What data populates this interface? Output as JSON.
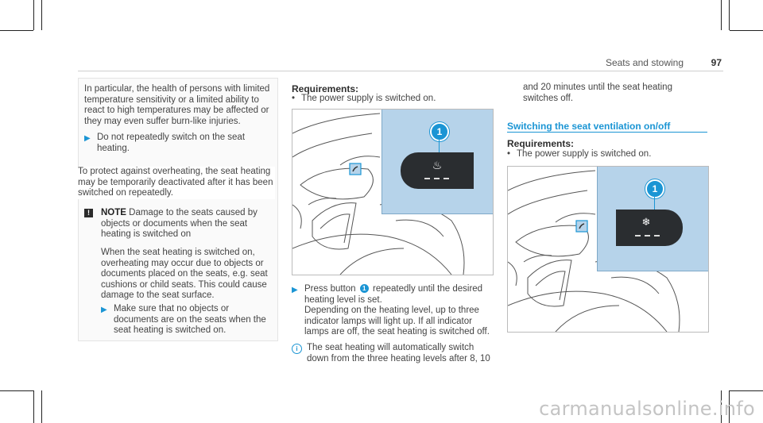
{
  "header": {
    "section": "Seats and stowing",
    "page": "97"
  },
  "left": {
    "box1_text": "In particular, the health of persons with limited temperature sensitivity or a limited ability to react to high temperatures may be affected or they may even suffer burn-like injuries.",
    "box1_bullet": "Do not repeatedly switch on the seat heating.",
    "para": "To protect against overheating, the seat heating may be temporarily deactivated after it has been switched on repeatedly.",
    "note_icon": "!",
    "note_label": "NOTE",
    "note_title": "Damage to the seats caused by objects or documents when the seat heating is switched on",
    "note_body": "When the seat heating is switched on, overheating may occur due to objects or documents placed on the seats, e.g. seat cushions or child seats. This could cause damage to the seat surface.",
    "note_bullet": "Make sure that no objects or documents are on the seats when the seat heating is switched on."
  },
  "middle": {
    "req_label": "Requirements:",
    "req_item": "The power supply is switched on.",
    "figure_badge": "1",
    "step_pre": "Press button",
    "step_badge": "1",
    "step_post": "repeatedly until the desired heating level is set.",
    "step_more": "Depending on the heating level, up to three indicator lamps will light up. If all indicator lamps are off, the seat heating is switched off.",
    "info_icon": "i",
    "info_text": "The seat heating will automatically switch down from the three heating levels after 8, 10"
  },
  "right": {
    "cont_text": "and 20 minutes until the seat heating switches off.",
    "section_heading": "Switching the seat ventilation on/off",
    "req_label": "Requirements:",
    "req_item": "The power supply is switched on.",
    "figure_badge": "1"
  },
  "icons": [
    "arrow-right-icon",
    "warning-icon",
    "info-icon",
    "seat-heating-icon",
    "seat-ventilation-icon"
  ],
  "colors": {
    "accent": "#1b95d4",
    "figure_bg": "#b6d3ea",
    "button_panel": "#2a2d30"
  },
  "watermark": "carmanualsonline.info"
}
